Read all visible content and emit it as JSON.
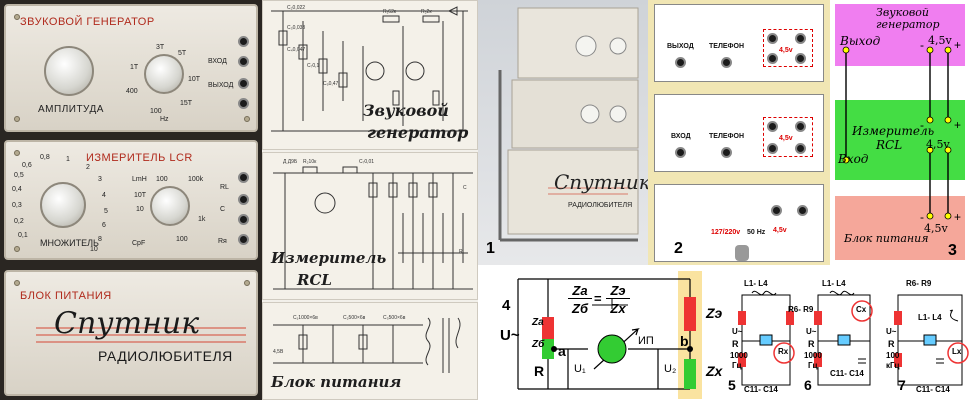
{
  "photo": {
    "gen_title": "ЗВУКОВОЙ ГЕНЕРАТОР",
    "gen_amp": "АМПЛИТУДА",
    "gen_in": "ВХОД",
    "gen_out": "ВЫХОД",
    "gen_ticks": [
      "1Т",
      "3Т",
      "5Т",
      "10Т",
      "15Т",
      "100",
      "400",
      "Hz"
    ],
    "lcr_title": "ИЗМЕРИТЕЛЬ LCR",
    "lcr_mult": "МНОЖИТЕЛЬ",
    "lcr_scale": [
      "0,1",
      "0,2",
      "0,3",
      "0,4",
      "0,5",
      "0,6",
      "0,8",
      "1",
      "2",
      "3",
      "4",
      "5",
      "6",
      "8",
      "10"
    ],
    "lcr_range": [
      "LmH",
      "100",
      "100k",
      "1k",
      "10",
      "100",
      "CpF",
      "10Т"
    ],
    "lcr_jacks": [
      "RL",
      "C",
      "Rя"
    ],
    "psu_title": "БЛОК ПИТАНИЯ",
    "psu_script": "Спутник",
    "psu_sub": "РАДИОЛЮБИТЕЛЯ"
  },
  "schematics": {
    "gen_caption_1": "Звуковой",
    "gen_caption_2": "генератор",
    "meter_caption_1": "Измеритель",
    "meter_caption_2": "RCL",
    "psu_caption": "Блок питания"
  },
  "stack": {
    "label": "1",
    "script": "Спутник",
    "sub": "РАДИОЛЮБИТЕЛЯ"
  },
  "back": {
    "label": "2",
    "out": "ВЫХОД",
    "phone1": "ТЕЛЕФОН",
    "in": "ВХОД",
    "phone2": "ТЕЛЕФОН",
    "volt": "4,5v",
    "mains": "127/220v",
    "hz": "50 Hz"
  },
  "block": {
    "label": "3",
    "gen_1": "Звуковой",
    "gen_2": "генератор",
    "gen_out": "Выход",
    "meter_1": "Измеритель",
    "meter_2": "RCL",
    "meter_in": "Вход",
    "psu": "Блок питания",
    "volt": "4,5v",
    "minus": "-",
    "plus": "+"
  },
  "bridge": {
    "label": "4",
    "u": "U~",
    "R": "R",
    "Za": "Za",
    "Zb": "Zб",
    "a": "a",
    "b": "b",
    "U1": "U₁",
    "U2": "U₂",
    "ip": "ИП",
    "Ze": "Zэ",
    "Zx": "Zx",
    "eq_left_top": "Za",
    "eq_left_bot": "Zб",
    "eq_right_top": "Zэ",
    "eq_right_bot": "Zx"
  },
  "circuits": {
    "c5": "5",
    "c6": "6",
    "c7": "7",
    "L": "L1- L4",
    "R": "R6- R9",
    "C": "C11- C14",
    "U": "U~",
    "RR": "R",
    "f1000": "1000",
    "hz": "Гц",
    "f100": "100",
    "khz": "кГц",
    "Rx": "Rx",
    "Cx": "Cx",
    "Lx": "Lx"
  }
}
